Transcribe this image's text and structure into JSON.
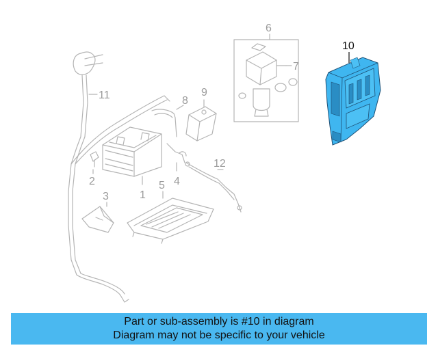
{
  "diagram": {
    "callouts": {
      "c1": "1",
      "c2": "2",
      "c3": "3",
      "c4": "4",
      "c5": "5",
      "c6": "6",
      "c7": "7",
      "c8": "8",
      "c9": "9",
      "c10": "10",
      "c11": "11",
      "c12": "12"
    },
    "highlighted_part": "10",
    "highlight_color": "#3fb6f0"
  },
  "banner": {
    "line1": "Part or sub-assembly is #10 in diagram",
    "line2": "Diagram may not be specific to your vehicle",
    "background": "#4ab8f0"
  }
}
